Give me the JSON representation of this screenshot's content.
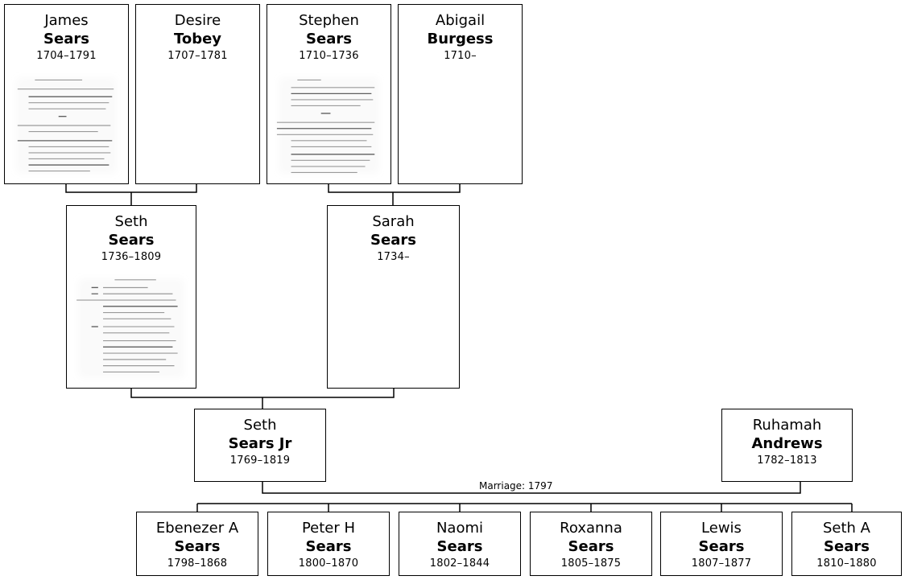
{
  "people": {
    "james_sears": {
      "given": "James",
      "surname": "Sears",
      "dates": "1704–1791"
    },
    "desire_tobey": {
      "given": "Desire",
      "surname": "Tobey",
      "dates": "1707–1781"
    },
    "stephen_sears": {
      "given": "Stephen",
      "surname": "Sears",
      "dates": "1710–1736"
    },
    "abigail_burgess": {
      "given": "Abigail",
      "surname": "Burgess",
      "dates": "1710–"
    },
    "seth_sears": {
      "given": "Seth",
      "surname": "Sears",
      "dates": "1736–1809"
    },
    "sarah_sears": {
      "given": "Sarah",
      "surname": "Sears",
      "dates": "1734–"
    },
    "seth_sears_jr": {
      "given": "Seth",
      "surname": "Sears Jr",
      "dates": "1769–1819"
    },
    "ruhamah_andrews": {
      "given": "Ruhamah",
      "surname": "Andrews",
      "dates": "1782–1813"
    },
    "ebenezer_a_sears": {
      "given": "Ebenezer A",
      "surname": "Sears",
      "dates": "1798–1868"
    },
    "peter_h_sears": {
      "given": "Peter H",
      "surname": "Sears",
      "dates": "1800–1870"
    },
    "naomi_sears": {
      "given": "Naomi",
      "surname": "Sears",
      "dates": "1802–1844"
    },
    "roxanna_sears": {
      "given": "Roxanna",
      "surname": "Sears",
      "dates": "1805–1875"
    },
    "lewis_sears": {
      "given": "Lewis",
      "surname": "Sears",
      "dates": "1807–1877"
    },
    "seth_a_sears": {
      "given": "Seth A",
      "surname": "Sears",
      "dates": "1810–1880"
    }
  },
  "marriage": {
    "label": "Marriage: 1797"
  },
  "colors": {
    "line": "#000000",
    "background": "#ffffff"
  }
}
